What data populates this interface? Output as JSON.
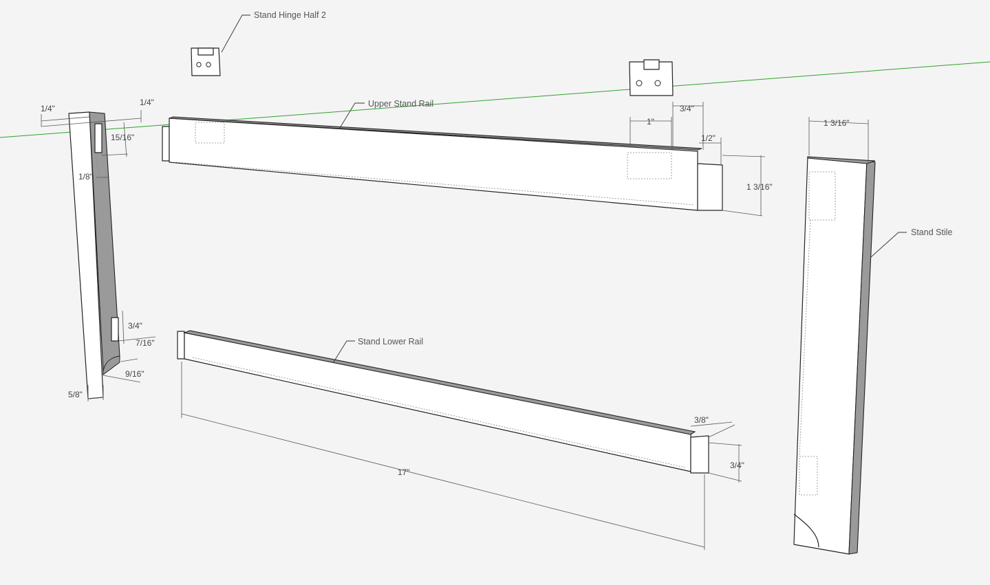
{
  "labels": {
    "hinge": "Stand Hinge Half 2",
    "upper_rail": "Upper Stand Rail",
    "lower_rail": "Stand Lower Rail",
    "stile": "Stand Stile"
  },
  "dimensions": {
    "d_quarter_a": "1/4\"",
    "d_quarter_b": "1/4\"",
    "d_15_16": "15/16\"",
    "d_1_8": "1/8\"",
    "d_3_4_stile": "3/4\"",
    "d_7_16": "7/16\"",
    "d_9_16": "9/16\"",
    "d_5_8": "5/8\"",
    "d_1": "1\"",
    "d_3_4_top": "3/4\"",
    "d_1_2": "1/2\"",
    "d_1_3_16_rail": "1 3/16\"",
    "d_1_3_16_stile": "1 3/16\"",
    "d_3_8": "3/8\"",
    "d_3_4_lower": "3/4\"",
    "d_17": "17\""
  },
  "colors": {
    "background": "#f4f4f4",
    "axis_green": "#2fa02f",
    "edge": "#222222",
    "shade": "#9a9a9a"
  }
}
